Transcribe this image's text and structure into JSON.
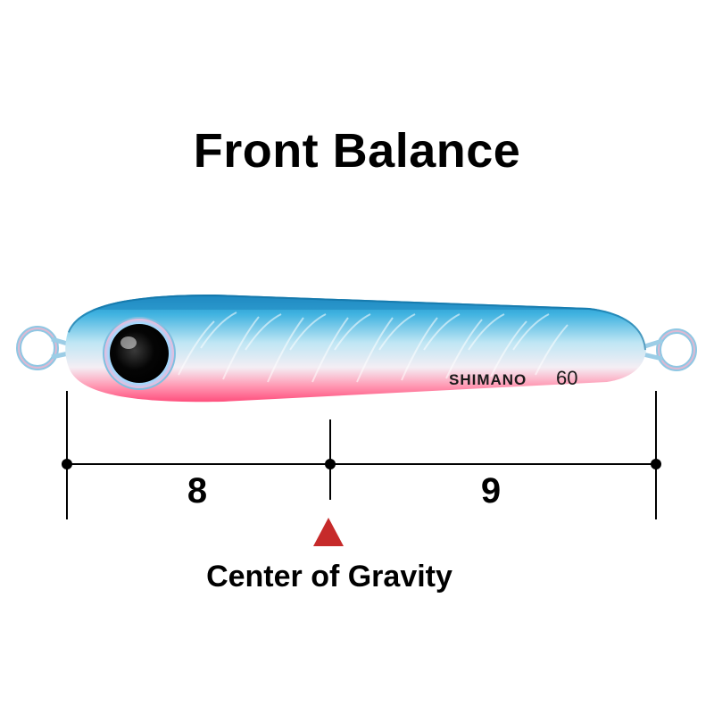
{
  "title": "Front Balance",
  "lure": {
    "brand_text": "SHIMANO",
    "size_text": "60",
    "back_color": "#2fa3d6",
    "mid_color": "#b6e2f2",
    "belly_color": "#ff6e95"
  },
  "dimensions": {
    "front_length": "8",
    "rear_length": "9"
  },
  "center_of_gravity": {
    "label": "Center of Gravity",
    "marker_color": "#c62a2a"
  }
}
